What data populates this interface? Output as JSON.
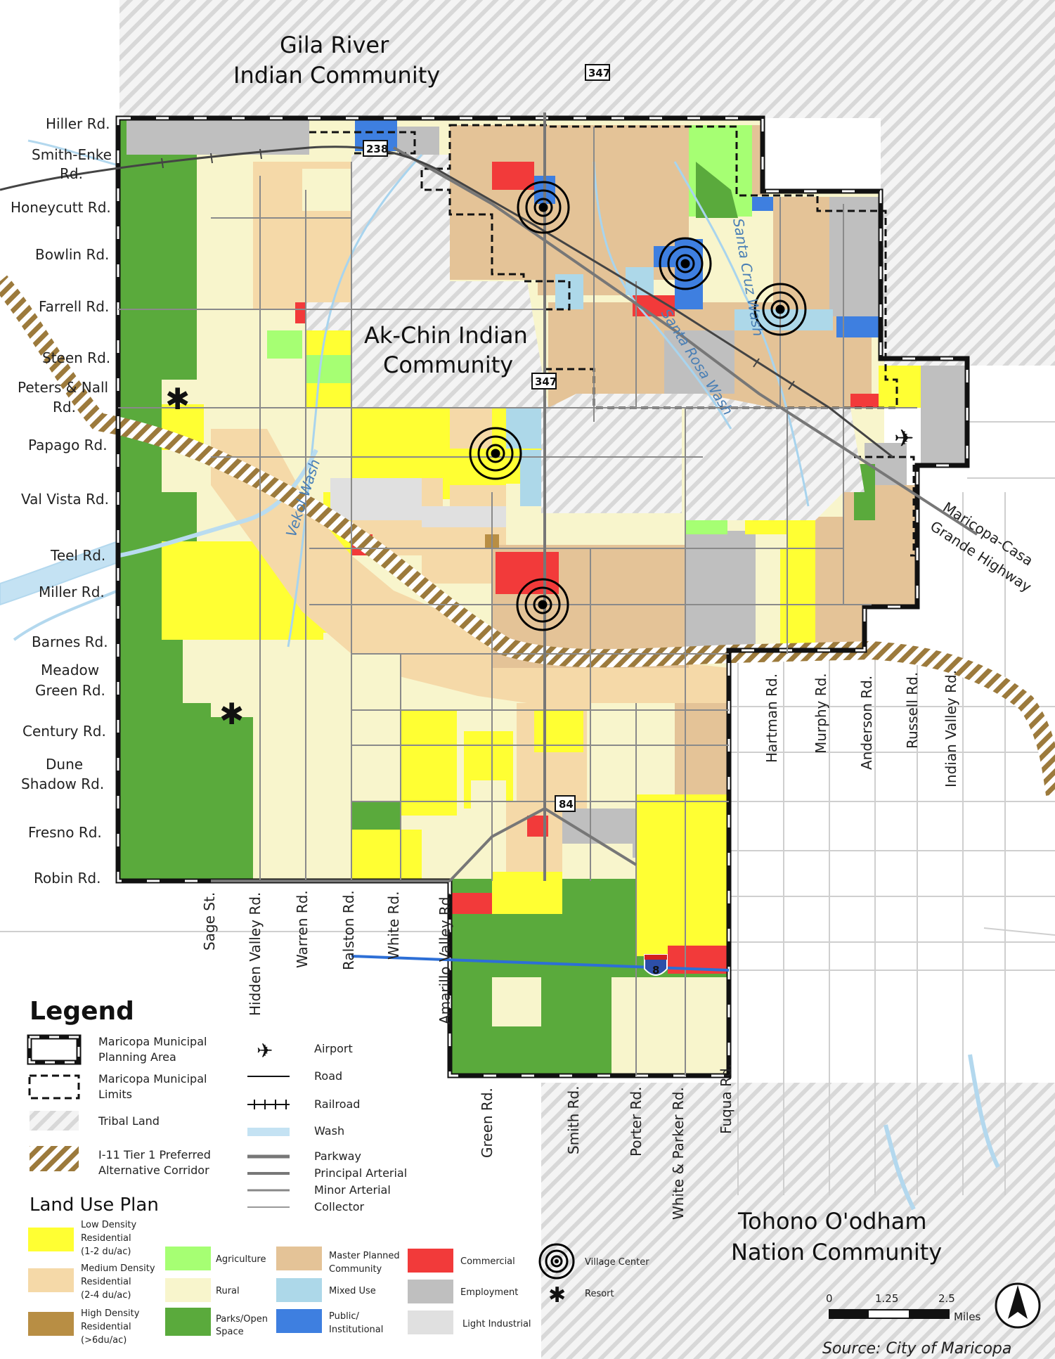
{
  "tribal_lands": {
    "gila_line1": "Gila River",
    "gila_line2": "Indian Community",
    "akchin_line1": "Ak-Chin Indian",
    "akchin_line2": "Community",
    "tohono_line1": "Tohono O'odham",
    "tohono_line2": "Nation Community"
  },
  "west_roads": [
    "Hiller Rd.",
    "Smith-Enke",
    "Rd.",
    "Honeycutt Rd.",
    "Bowlin Rd.",
    "Farrell Rd.",
    "Steen Rd.",
    "Peters & Nall",
    "Rd.",
    "Papago Rd.",
    "Val Vista Rd.",
    "Teel Rd.",
    "Miller Rd.",
    "Barnes Rd.",
    "Meadow",
    "Green Rd.",
    "Century Rd.",
    "Dune",
    "Shadow Rd.",
    "Fresno Rd.",
    "Robin Rd."
  ],
  "south_roads": [
    "Sage St.",
    "Hidden Valley Rd.",
    "Warren Rd.",
    "Ralston Rd.",
    "White Rd.",
    "Amarillo Valley Rd."
  ],
  "bottom_roads": [
    "Green Rd.",
    "Smith Rd.",
    "Porter Rd.",
    "White & Parker Rd.",
    "Fuqua Rd."
  ],
  "east_roads": [
    "Hartman Rd.",
    "Murphy Rd.",
    "Anderson Rd.",
    "Russell Rd.",
    "Indian Valley Rd."
  ],
  "highway": {
    "line1": "Maricopa-Casa",
    "line2": "Grande Highway"
  },
  "washes": [
    "Santa Cruz Wash",
    "Santa Rosa Wash",
    "Vekol Wash"
  ],
  "shields": {
    "sr238": "238",
    "sr347_top": "347",
    "sr347_mid": "347",
    "sr84": "84",
    "i8": "8"
  },
  "legend": {
    "title": "Legend",
    "planning_area": [
      "Maricopa Municipal",
      "Planning Area"
    ],
    "limits": [
      "Maricopa Municipal",
      "Limits"
    ],
    "tribal": "Tribal Land",
    "i11": [
      "I-11 Tier 1 Preferred",
      "Alternative Corridor"
    ],
    "airport": "Airport",
    "road": "Road",
    "railroad": "Railroad",
    "wash": "Wash",
    "parkway": "Parkway",
    "principal": "Principal Arterial",
    "minor": "Minor Arterial",
    "collector": "Collector",
    "land_use_title": "Land Use Plan",
    "land_use": [
      {
        "lines": [
          "Low Density",
          "Residential",
          "(1-2 du/ac)"
        ],
        "color": "#ffff33"
      },
      {
        "lines": [
          "Medium Density",
          "Residential",
          "(2-4 du/ac)"
        ],
        "color": "#f5d9a8"
      },
      {
        "lines": [
          "High Density",
          "Residential",
          "(>6du/ac)"
        ],
        "color": "#b88e44"
      },
      {
        "lines": [
          "Agriculture"
        ],
        "color": "#a6ff73"
      },
      {
        "lines": [
          "Rural"
        ],
        "color": "#f8f5cc"
      },
      {
        "lines": [
          "Parks/Open",
          "Space"
        ],
        "color": "#5aaa3c"
      },
      {
        "lines": [
          "Master Planned",
          "Community"
        ],
        "color": "#e4c397"
      },
      {
        "lines": [
          "Mixed Use"
        ],
        "color": "#add8e9"
      },
      {
        "lines": [
          "Public/",
          "Institutional"
        ],
        "color": "#3e7fe0"
      },
      {
        "lines": [
          "Commercial"
        ],
        "color": "#f23a3a"
      },
      {
        "lines": [
          "Employment"
        ],
        "color": "#bfbfbf"
      },
      {
        "lines": [
          "Light Industrial"
        ],
        "color": "#e0e0e0"
      },
      {
        "lines": [
          "Village Center"
        ],
        "color": ""
      },
      {
        "lines": [
          "Resort"
        ],
        "color": ""
      }
    ]
  },
  "scale": {
    "ticks": [
      "0",
      "1.25",
      "2.5"
    ],
    "unit": "Miles"
  },
  "source": "Source: City of Maricopa"
}
